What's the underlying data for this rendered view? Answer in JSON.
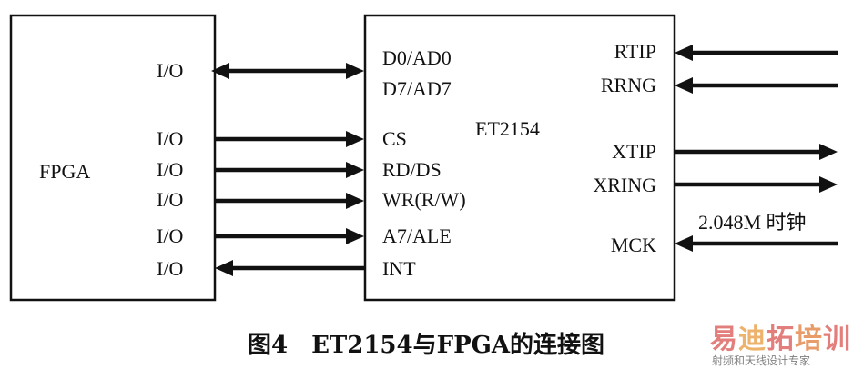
{
  "fpga": {
    "title": "FPGA"
  },
  "fpga_ports": [
    "I/O",
    "I/O",
    "I/O",
    "I/O",
    "I/O",
    "I/O"
  ],
  "chip": {
    "title": "ET2154",
    "left_pins": [
      "D0/AD0",
      "D7/AD7",
      "CS",
      "RD/DS",
      "WR(R/W)",
      "A7/ALE",
      "INT"
    ],
    "right_pins": [
      "RTIP",
      "RRNG",
      "XTIP",
      "XRING",
      "MCK"
    ]
  },
  "clock_label": "2.048M 时钟",
  "caption": "图4　ET2154与FPGA的连接图",
  "watermark": {
    "parts": [
      "易",
      "迪",
      "拓",
      "培",
      "训"
    ],
    "colors": [
      "#d9534f",
      "#e89a3c",
      "#d9534f",
      "#e07b39",
      "#d9534f"
    ],
    "subtitle": "射频和天线设计专家"
  }
}
